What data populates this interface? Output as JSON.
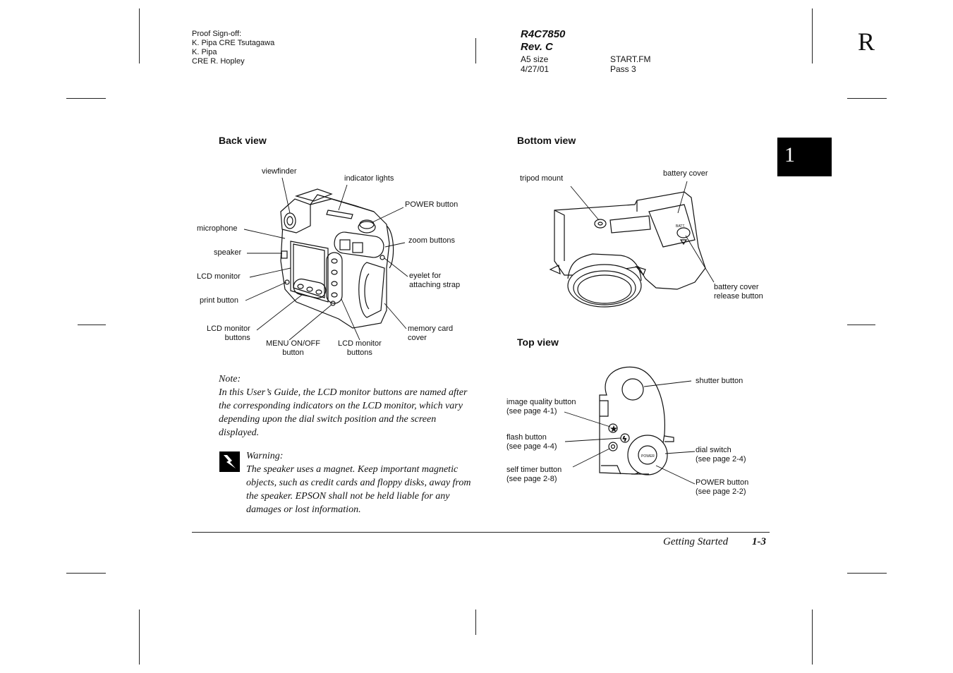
{
  "header": {
    "proof_lines": [
      "Proof Sign-off:",
      "K. Pipa CRE Tsutagawa",
      "K. Pipa",
      "CRE R. Hopley"
    ],
    "model": "R4C7850",
    "rev": "Rev. C",
    "size": "A5 size",
    "file": "START.FM",
    "date": "4/27/01",
    "pass": "Pass 3",
    "corner_letter": "R"
  },
  "chapter_tab": "1",
  "back_view": {
    "title": "Back view",
    "labels": {
      "viewfinder": "viewfinder",
      "indicator_lights": "indicator lights",
      "power_button": "POWER button",
      "microphone": "microphone",
      "zoom_buttons": "zoom buttons",
      "speaker": "speaker",
      "lcd_monitor": "LCD monitor",
      "eyelet_1": "eyelet for",
      "eyelet_2": "attaching strap",
      "print_button": "print button",
      "lcd_buttons_left_1": "LCD monitor",
      "lcd_buttons_left_2": "buttons",
      "memory_card_1": "memory card",
      "memory_card_2": "cover",
      "menu_1": "MENU ON/OFF",
      "menu_2": "button",
      "lcd_buttons_bottom_1": "LCD monitor",
      "lcd_buttons_bottom_2": "buttons"
    }
  },
  "bottom_view": {
    "title": "Bottom view",
    "labels": {
      "tripod_mount": "tripod mount",
      "battery_cover": "battery cover",
      "release_1": "battery cover",
      "release_2": "release button",
      "batt_mark": "BATT."
    }
  },
  "top_view": {
    "title": "Top view",
    "labels": {
      "shutter_button": "shutter button",
      "image_quality_1": "image quality button",
      "image_quality_2": "(see page 4-1)",
      "flash_1": "flash button",
      "flash_2": "(see page 4-4)",
      "dial_1": "dial switch",
      "dial_2": "(see page 2-4)",
      "self_timer_1": "self timer button",
      "self_timer_2": "(see page 2-8)",
      "power_1": "POWER button",
      "power_2": "(see page 2-2)",
      "dial_text": "POWER"
    }
  },
  "note": {
    "heading": "Note:",
    "text": "In this User’s Guide, the LCD monitor buttons are named after the corresponding indicators on the LCD monitor, which vary depending upon the dial switch position and the screen displayed."
  },
  "warning": {
    "heading": "Warning:",
    "text": "The speaker uses a magnet. Keep important magnetic objects, such as credit cards and floppy disks, away from the speaker. EPSON shall not be held liable for any damages or lost information."
  },
  "footer": {
    "section": "Getting Started",
    "page": "1-3"
  }
}
